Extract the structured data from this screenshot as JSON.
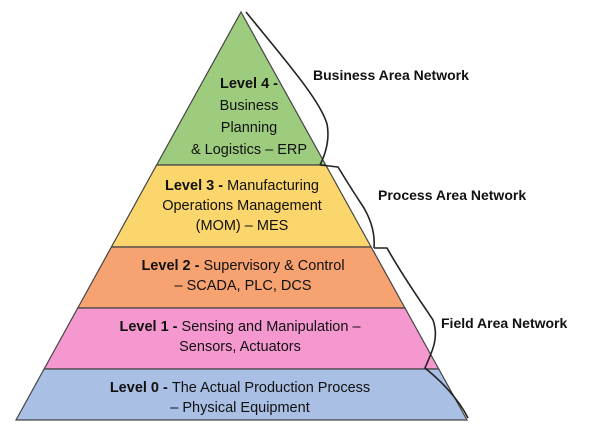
{
  "pyramid": {
    "levels": [
      {
        "id": "level-4",
        "color": "#9dcc7e",
        "lines": [
          [
            {
              "text": "Level 4 -",
              "bold": true
            }
          ],
          [
            {
              "text": "Business",
              "bold": false
            }
          ],
          [
            {
              "text": "Planning",
              "bold": false
            }
          ],
          [
            {
              "text": "& Logistics – ERP",
              "bold": false
            }
          ]
        ]
      },
      {
        "id": "level-3",
        "color": "#fad66c",
        "lines": [
          [
            {
              "text": "Level 3 - ",
              "bold": true
            },
            {
              "text": "Manufacturing",
              "bold": false
            }
          ],
          [
            {
              "text": "Operations Management",
              "bold": false
            }
          ],
          [
            {
              "text": "(MOM) – MES",
              "bold": false
            }
          ]
        ]
      },
      {
        "id": "level-2",
        "color": "#f6a271",
        "lines": [
          [
            {
              "text": "Level 2 - ",
              "bold": true
            },
            {
              "text": "Supervisory & Control",
              "bold": false
            }
          ],
          [
            {
              "text": "– SCADA, PLC, DCS",
              "bold": false
            }
          ]
        ]
      },
      {
        "id": "level-1",
        "color": "#f598d0",
        "lines": [
          [
            {
              "text": "Level 1 - ",
              "bold": true
            },
            {
              "text": "Sensing and Manipulation –",
              "bold": false
            }
          ],
          [
            {
              "text": "Sensors, Actuators",
              "bold": false
            }
          ]
        ]
      },
      {
        "id": "level-0",
        "color": "#a9bfe3",
        "lines": [
          [
            {
              "text": "Level 0 - ",
              "bold": true
            },
            {
              "text": "The Actual Production Process",
              "bold": false
            }
          ],
          [
            {
              "text": "– Physical Equipment",
              "bold": false
            }
          ]
        ]
      }
    ]
  },
  "networks": {
    "business": "Business Area Network",
    "process": "Process Area Network",
    "field": "Field Area Network"
  }
}
